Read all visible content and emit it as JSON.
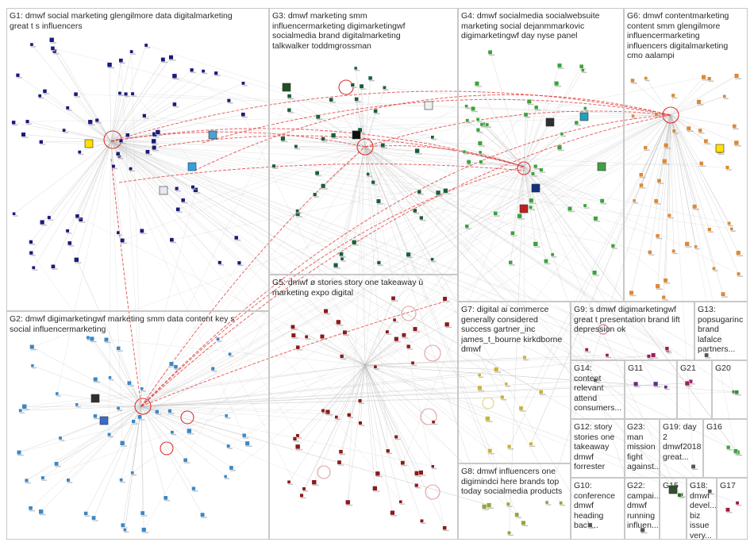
{
  "groups": [
    {
      "id": "G1",
      "label": "G1: dmwf social marketing glengilmore data digitalmarketing\ngreat t s influencers",
      "color": "#1a1a7a"
    },
    {
      "id": "G2",
      "label": "G2: dmwf digimarketingwf marketing smm data content key s\nsocial influencermarketing",
      "color": "#3b87c4"
    },
    {
      "id": "G3",
      "label": "G3: dmwf marketing smm\ninfluencermarketing digimarketingwf\nsocialmedia brand digitalmarketing\ntalkwalker toddmgrossman",
      "color": "#1b5e3a"
    },
    {
      "id": "G4",
      "label": "G4: dmwf socialmedia socialwebsuite\nmarketing social dejanmmarkovic\ndigimarketingwf day nyse panel",
      "color": "#3aa33a"
    },
    {
      "id": "G5",
      "label": "G5: dmwf ø stories story one takeaway ù\nmarketing expo digital",
      "color": "#8b1a1a"
    },
    {
      "id": "G6",
      "label": "G6: dmwf contentmarketing\ncontent smm glengilmore\ninfluencermarketing\ninfluencers digitalmarketing\ncmo aalampi",
      "color": "#d98a3a"
    },
    {
      "id": "G7",
      "label": "G7: digital ai commerce\ngenerally considered\nsuccess gartner_inc\njames_t_bourne kirkdborne\ndmwf",
      "color": "#c8b43a"
    },
    {
      "id": "G8",
      "label": "G8: dmwf influencers one\ndigimindci here brands top\ntoday socialmedia products",
      "color": "#8fa83a"
    },
    {
      "id": "G9",
      "label": "G9: s dmwf digimarketingwf\ngreat t presentation brand lift\ndepression ok",
      "color": "#a01a5a"
    },
    {
      "id": "G10",
      "label": "G10:\nconference\ndmwf\nheading\nback...",
      "color": "#555555"
    },
    {
      "id": "G11",
      "label": "G11",
      "color": "#6a2a8a"
    },
    {
      "id": "G12",
      "label": "G12: story\nstories one\ntakeaway\ndmwf\nforrester",
      "color": "#555555"
    },
    {
      "id": "G13",
      "label": "G13:\npopsugarinc\nbrand\nlafalce\npartners...",
      "color": "#555555"
    },
    {
      "id": "G14",
      "label": "G14:\ncontent\nrelevant\nattend\nconsumers...",
      "color": "#555555"
    },
    {
      "id": "G15",
      "label": "G15",
      "color": "#2a6a2a"
    },
    {
      "id": "G16",
      "label": "G16",
      "color": "#3aa33a"
    },
    {
      "id": "G17",
      "label": "G17",
      "color": "#a01a3a"
    },
    {
      "id": "G18",
      "label": "G18:\ndmwf\ndevel...\nbiz\nissue\nvery...",
      "color": "#555555"
    },
    {
      "id": "G19",
      "label": "G19: day\n2\ndmwf2018\ngreat...",
      "color": "#555555"
    },
    {
      "id": "G20",
      "label": "G20",
      "color": "#3a8a3a"
    },
    {
      "id": "G21",
      "label": "G21",
      "color": "#a01a6a"
    },
    {
      "id": "G22",
      "label": "G22:\ncampai...\ndmwf\nrunning\ninfluen...",
      "color": "#555555"
    },
    {
      "id": "G23",
      "label": "G23:\nman\nmission\nfight\nagainst...",
      "color": "#555555"
    }
  ],
  "colors": {
    "edge": "#b8b8b8",
    "highlight_edge": "#e03030",
    "box_border": "#c8c8c8",
    "label": "#2a2a2a"
  }
}
